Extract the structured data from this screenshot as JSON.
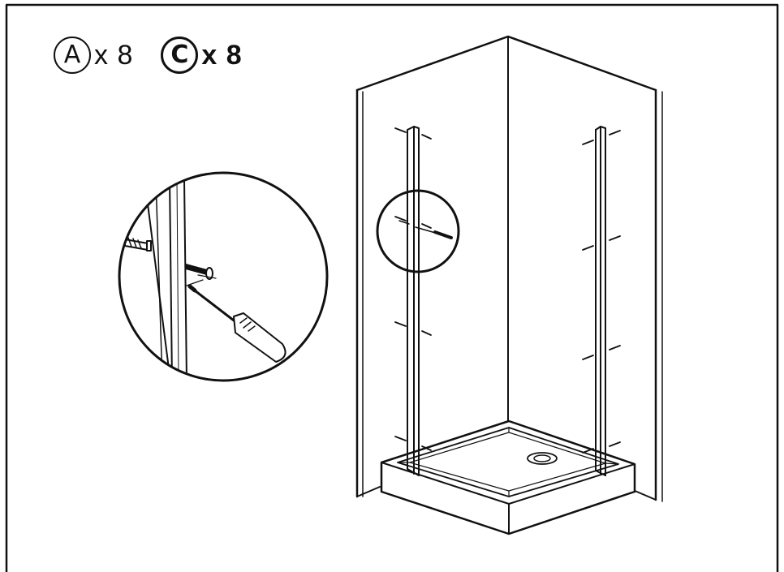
{
  "legend": [
    {
      "letter": "A",
      "quantity": "x 8",
      "bold": false
    },
    {
      "letter": "C",
      "quantity": "x 8",
      "bold": true
    }
  ],
  "colors": {
    "ink": "#111111",
    "paper": "#ffffff"
  },
  "icons": {
    "detail": [
      "wall-plug-icon",
      "screw-icon",
      "screwdriver-icon"
    ],
    "scene": [
      "shower-enclosure-icon",
      "shower-tray-icon",
      "drain-icon"
    ]
  }
}
